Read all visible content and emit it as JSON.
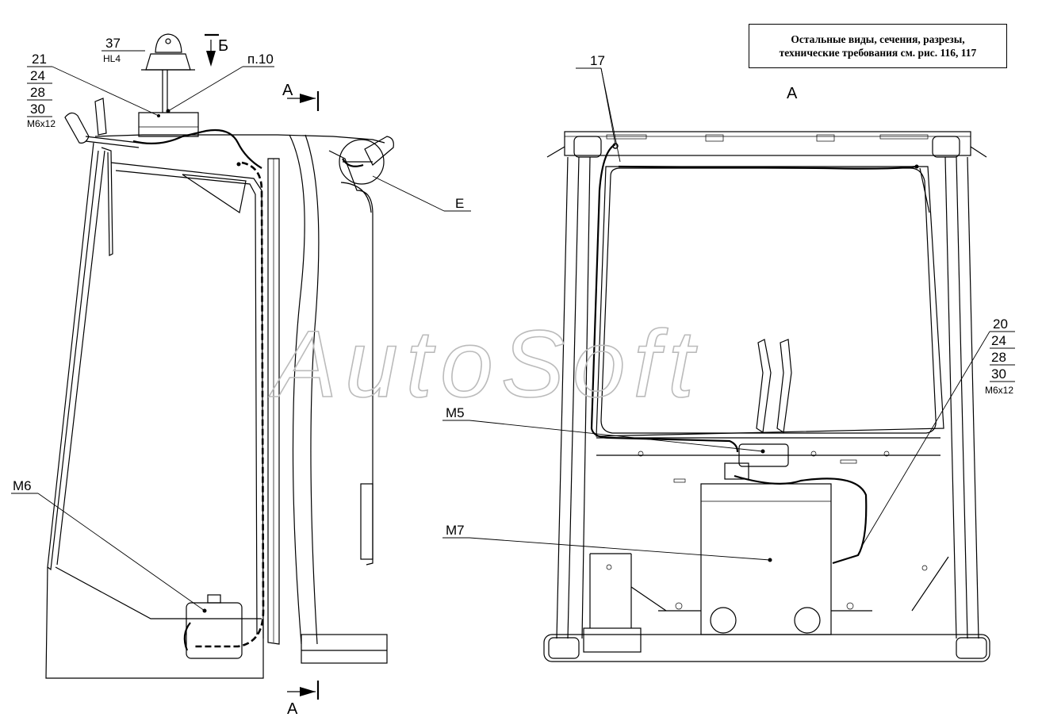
{
  "note": {
    "line1": "Остальные виды, сечения, разрезы,",
    "line2": "технические требования см. рис. 116, 117"
  },
  "views": {
    "left_view_arrow": "Б",
    "section_mark_top": "А",
    "section_mark_bottom": "А",
    "right_view_title": "А"
  },
  "callouts": {
    "item37": {
      "number": "37",
      "sub": "HL4"
    },
    "stack_left": {
      "items": [
        "21",
        "24",
        "28",
        "30"
      ],
      "bolt": "М6х12"
    },
    "p10": "п.10",
    "e": "Е",
    "m6": "М6",
    "item17": "17",
    "stack_right": {
      "items": [
        "20",
        "24",
        "28",
        "30"
      ],
      "bolt": "М6х12"
    },
    "m5": "М5",
    "m7": "М7"
  },
  "watermark": "AutoSoft"
}
